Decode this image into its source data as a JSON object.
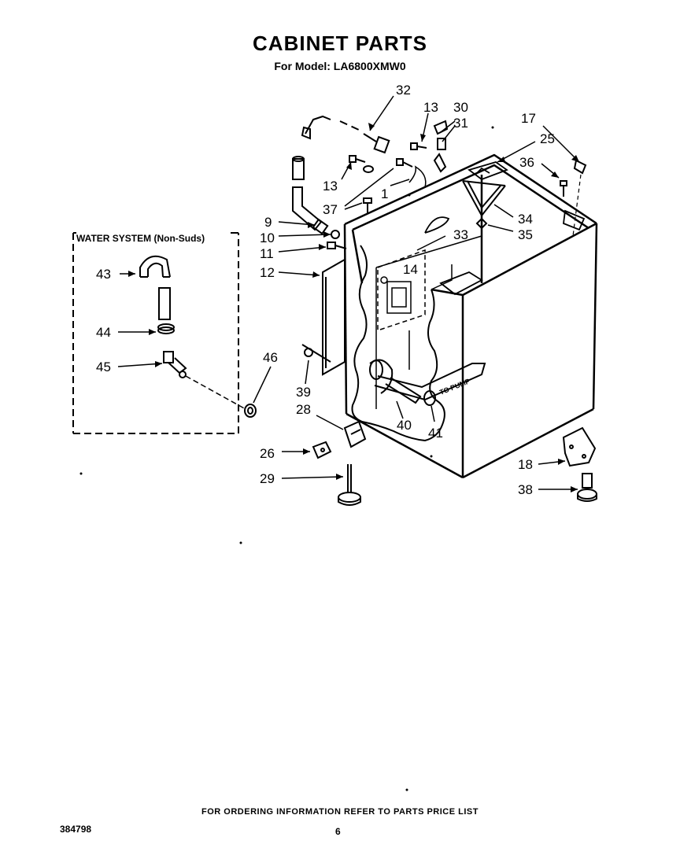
{
  "header": {
    "title": "CABINET PARTS",
    "subtitle": "For Model: LA6800XMW0"
  },
  "water_system_box": {
    "title": "WATER SYSTEM (Non-Suds)"
  },
  "diagram": {
    "to_pump_label": "TO PUMP",
    "callouts": {
      "c32": "32",
      "c13a": "13",
      "c30": "30",
      "c31": "31",
      "c17": "17",
      "c25": "25",
      "c36": "36",
      "c13b": "13",
      "c1": "1",
      "c37": "37",
      "c9": "9",
      "c34": "34",
      "c35": "35",
      "c10": "10",
      "c33": "33",
      "c11": "11",
      "c12": "12",
      "c14": "14",
      "c43": "43",
      "c44": "44",
      "c45": "45",
      "c46": "46",
      "c39": "39",
      "c28": "28",
      "c40": "40",
      "c41": "41",
      "c26": "26",
      "c18": "18",
      "c29": "29",
      "c38": "38"
    }
  },
  "footer": {
    "ordering_note": "FOR ORDERING INFORMATION REFER TO PARTS PRICE LIST",
    "document_number": "384798",
    "page_number": "6"
  }
}
